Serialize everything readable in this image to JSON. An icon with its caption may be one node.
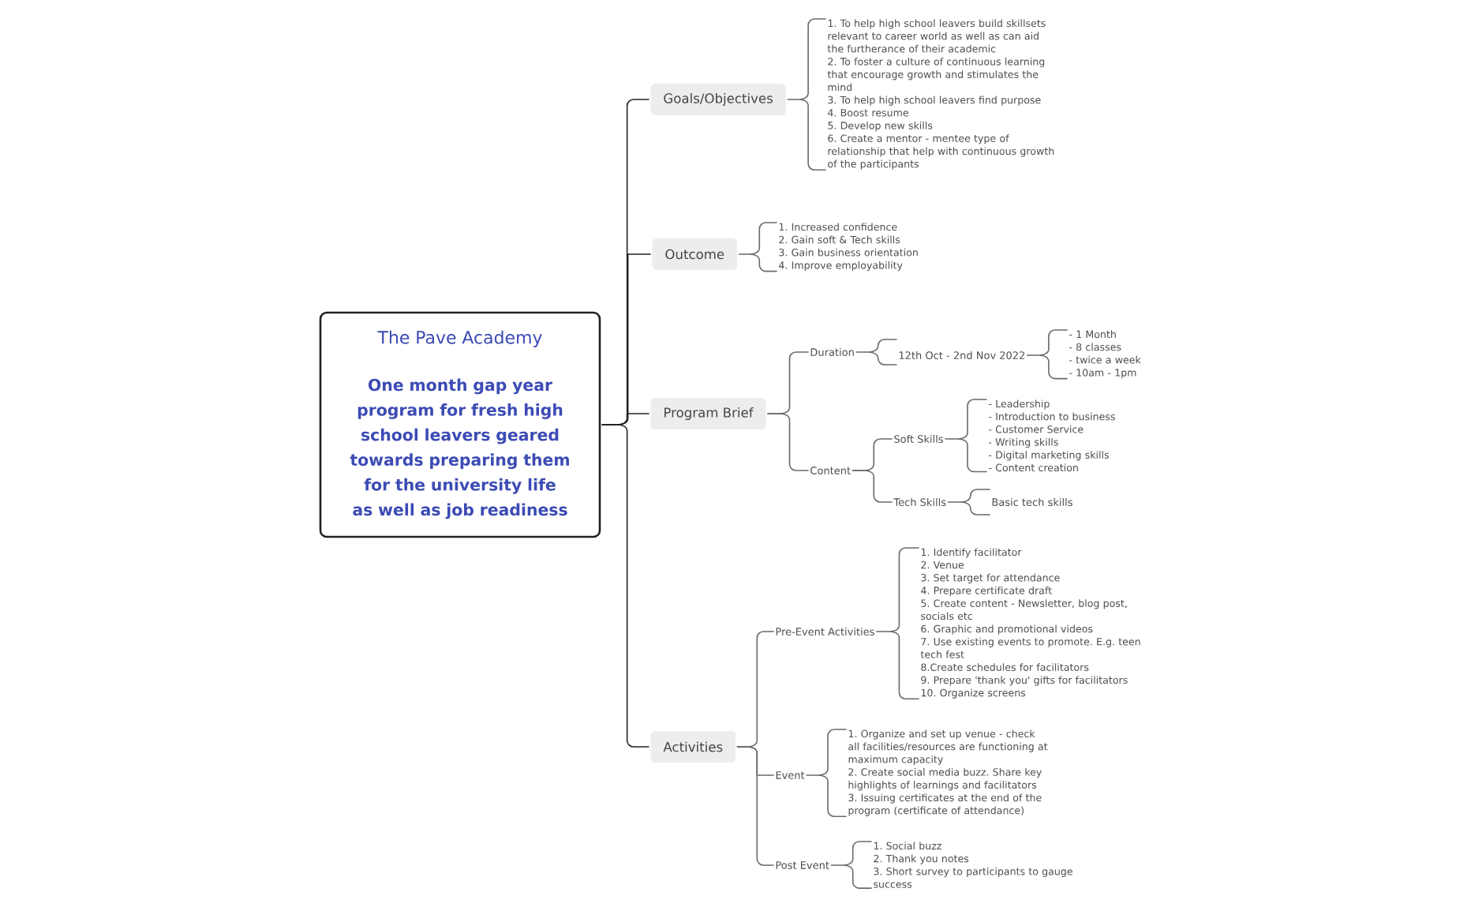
{
  "diagram": {
    "nodes": [
      {
        "text": [
          "The Pave Academy",
          "One month gap year program for fresh high school leavers geared towards preparing them for the university life as well as job readiness"
        ]
      },
      {
        "text": [
          "Goals/Objectives"
        ]
      },
      {
        "text": [
          "1. To help high school leavers build skillsets relevant to career world as well as can aid the furtherance of their academic",
          "2. To foster a culture of continuous learning that encourage growth and stimulates the mind",
          "3. To help high school leavers find purpose",
          "4. Boost resume",
          "5. Develop new skills",
          "6. Create a mentor - mentee type of relationship that help with continuous growth of the participants"
        ]
      },
      {
        "text": [
          "Outcome"
        ]
      },
      {
        "text": [
          "1. Increased confidence",
          "2. Gain soft & Tech skills",
          "3. Gain business orientation",
          "4. Improve employability"
        ]
      },
      {
        "text": [
          "Program Brief"
        ]
      },
      {
        "text": [
          "Duration"
        ]
      },
      {
        "text": [
          "12th Oct - 2nd Nov 2022"
        ]
      },
      {
        "text": [
          "- 1 Month",
          "- 8 classes",
          "- twice a week",
          "- 10am - 1pm"
        ]
      },
      {
        "text": [
          "Content"
        ]
      },
      {
        "text": [
          "Soft Skills"
        ]
      },
      {
        "text": [
          "- Leadership",
          "- Introduction to business",
          "- Customer Service",
          "- Writing skills",
          "- Digital marketing skills",
          "- Content creation"
        ]
      },
      {
        "text": [
          "Tech Skills"
        ]
      },
      {
        "text": [
          "Basic tech skills"
        ]
      },
      {
        "text": [
          "Activities"
        ]
      },
      {
        "text": [
          "Pre-Event Activities"
        ]
      },
      {
        "text": [
          "1. Identify facilitator",
          "2. Venue",
          "3. Set target for attendance",
          "4. Prepare certificate draft",
          "5. Create content - Newsletter, blog post, socials etc",
          "6. Graphic and promotional videos",
          "7. Use existing events to promote. E.g. teen tech fest",
          "8.Create schedules for facilitators",
          "9. Prepare 'thank you' gifts for facilitators",
          "10. Organize screens"
        ]
      },
      {
        "text": [
          "Event"
        ]
      },
      {
        "text": [
          "1. Organize and set up venue - check all facilities/resources are functioning at maximum capacity",
          "2. Create social media buzz. Share key highlights of learnings and facilitators",
          "3. Issuing certificates at the end of the program (certificate of attendance)"
        ]
      },
      {
        "text": [
          "Post Event"
        ]
      },
      {
        "text": [
          "1. Social buzz",
          "2. Thank you notes",
          "3. Short survey to participants to gauge success"
        ]
      }
    ],
    "edges": [
      {
        "from": 0,
        "to": 1,
        "arrow": "none",
        "color": "#222222"
      },
      {
        "from": 0,
        "to": 3,
        "arrow": "none",
        "color": "#222222"
      },
      {
        "from": 0,
        "to": 5,
        "arrow": "none",
        "color": "#222222"
      },
      {
        "from": 0,
        "to": 14,
        "arrow": "none",
        "color": "#222222"
      },
      {
        "from": 1,
        "to": 2,
        "arrow": "none"
      },
      {
        "from": 3,
        "to": 4,
        "arrow": "none"
      },
      {
        "from": 5,
        "to": 6,
        "arrow": "none"
      },
      {
        "from": 5,
        "to": 9,
        "arrow": "none"
      },
      {
        "from": 6,
        "to": 7,
        "arrow": "none"
      },
      {
        "from": 7,
        "to": 8,
        "arrow": "none"
      },
      {
        "from": 9,
        "to": 10,
        "arrow": "none"
      },
      {
        "from": 9,
        "to": 12,
        "arrow": "none"
      },
      {
        "from": 10,
        "to": 11,
        "arrow": "none"
      },
      {
        "from": 12,
        "to": 13,
        "arrow": "none"
      },
      {
        "from": 14,
        "to": 15,
        "arrow": "none"
      },
      {
        "from": 14,
        "to": 17,
        "arrow": "none"
      },
      {
        "from": 14,
        "to": 19,
        "arrow": "none"
      },
      {
        "from": 15,
        "to": 16,
        "arrow": "none"
      },
      {
        "from": 17,
        "to": 18,
        "arrow": "none"
      },
      {
        "from": 19,
        "to": 20,
        "arrow": "none"
      }
    ]
  }
}
